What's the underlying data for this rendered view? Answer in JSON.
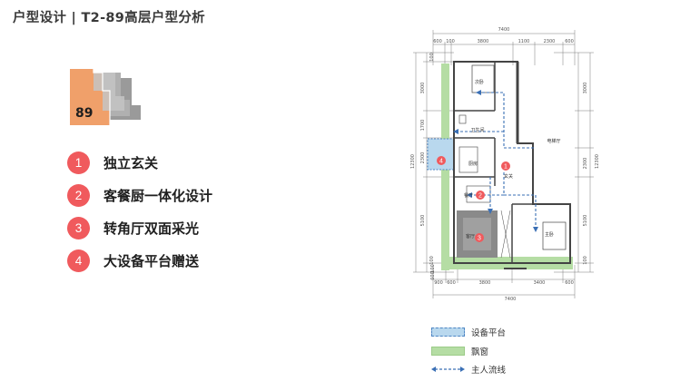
{
  "title": "户型设计 | T2-89高层户型分析",
  "thumbnail": {
    "label": "89",
    "accent": "#f0a06a"
  },
  "features": [
    {
      "num": "1",
      "label": "独立玄关"
    },
    {
      "num": "2",
      "label": "客餐厨一体化设计"
    },
    {
      "num": "3",
      "label": "转角厅双面采光"
    },
    {
      "num": "4",
      "label": "大设备平台赠送"
    }
  ],
  "plan": {
    "dims_top_total": "7400",
    "dims_top": [
      "600",
      "100",
      "3800",
      "1100",
      "2300",
      "600"
    ],
    "dims_bottom": [
      "900",
      "600",
      "3800",
      "3400",
      "600"
    ],
    "dims_bottom_total": "7400",
    "dims_left": [
      "100",
      "3000",
      "1700",
      "2300",
      "5100",
      "100"
    ],
    "dims_left_total": "12300",
    "dims_right": [
      "3000",
      "2300",
      "5100",
      "100"
    ],
    "dims_right_total": "12300",
    "dims_left_side": [
      "600",
      "100"
    ],
    "rooms": {
      "bedroom2": "次卧",
      "bathroom": "卫生间",
      "kitchen": "厨房",
      "entrance": "玄关",
      "elevator_hall": "电梯厅",
      "dining": "餐厅",
      "living": "客厅",
      "master": "主卧"
    },
    "markers": [
      "1",
      "2",
      "3",
      "4"
    ]
  },
  "legend": [
    {
      "key": "equipment",
      "label": "设备平台"
    },
    {
      "key": "bay",
      "label": "飘窗"
    },
    {
      "key": "flow",
      "label": "主人流线"
    }
  ],
  "colors": {
    "marker": "#f05a5d",
    "equipment_fill": "#b9d8ee",
    "bay_fill": "#b5dda4",
    "flow_line": "#3a6fb5"
  }
}
